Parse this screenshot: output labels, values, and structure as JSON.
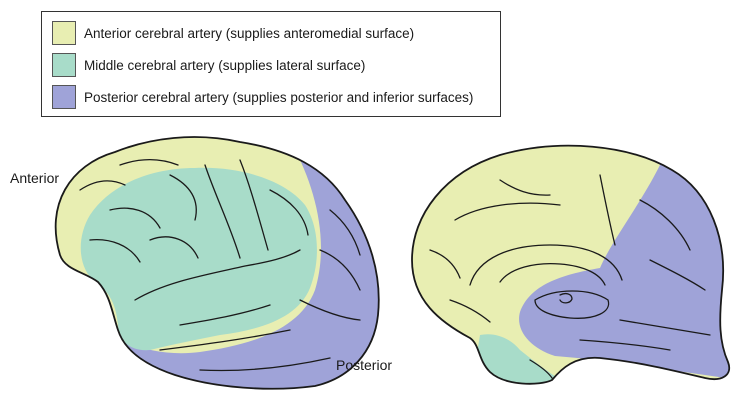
{
  "legend": {
    "items": [
      {
        "label": "Anterior cerebral artery (supplies anteromedial surface)",
        "color": "#e8eeb2"
      },
      {
        "label": "Middle cerebral artery (supplies lateral surface)",
        "color": "#a8dcc9"
      },
      {
        "label": "Posterior cerebral artery (supplies posterior and inferior surfaces)",
        "color": "#9fa3d8"
      }
    ]
  },
  "labels": {
    "anterior": "Anterior",
    "posterior": "Posterior"
  },
  "colors": {
    "outline": "#1a1a1a",
    "anterior_region": "#e8eeb2",
    "middle_region": "#a8dcc9",
    "posterior_region": "#9fa3d8"
  }
}
